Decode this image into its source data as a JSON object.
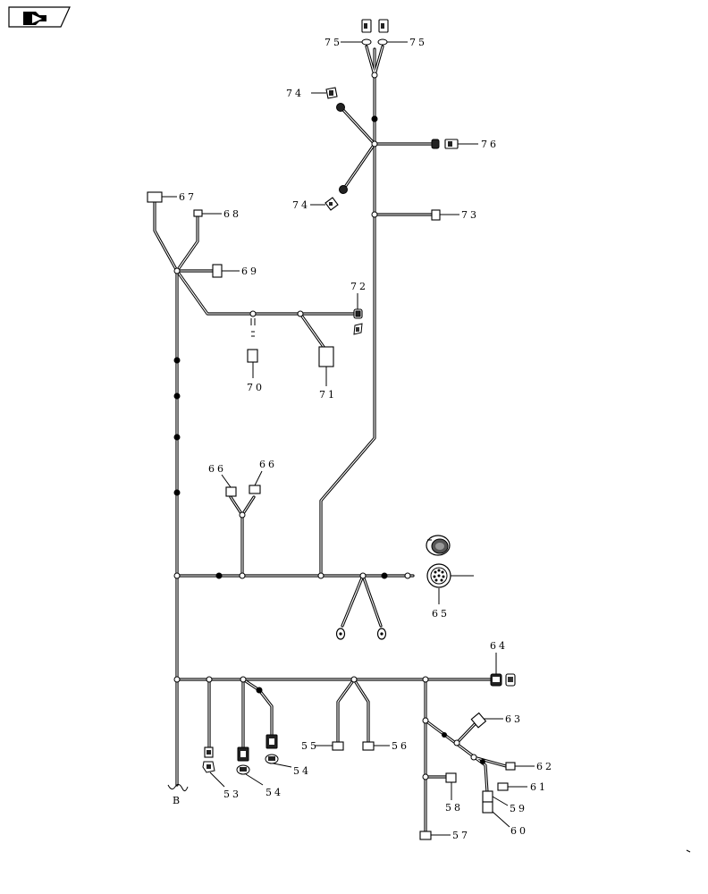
{
  "icon": {
    "name": "nav-arrow-icon"
  },
  "callouts": {
    "c53": "53",
    "c54a": "54",
    "c54b": "54",
    "c55": "55",
    "c56": "56",
    "c57": "57",
    "c58": "58",
    "c59": "59",
    "c60": "60",
    "c61": "61",
    "c62": "62",
    "c63": "63",
    "c64": "64",
    "c65": "65",
    "c66a": "66",
    "c66b": "66",
    "c67": "67",
    "c68": "68",
    "c69": "69",
    "c70": "70",
    "c71": "71",
    "c72": "72",
    "c73": "73",
    "c74a": "74",
    "c74b": "74",
    "c75a": "75",
    "c75b": "75",
    "c76": "76",
    "cB": "B"
  }
}
